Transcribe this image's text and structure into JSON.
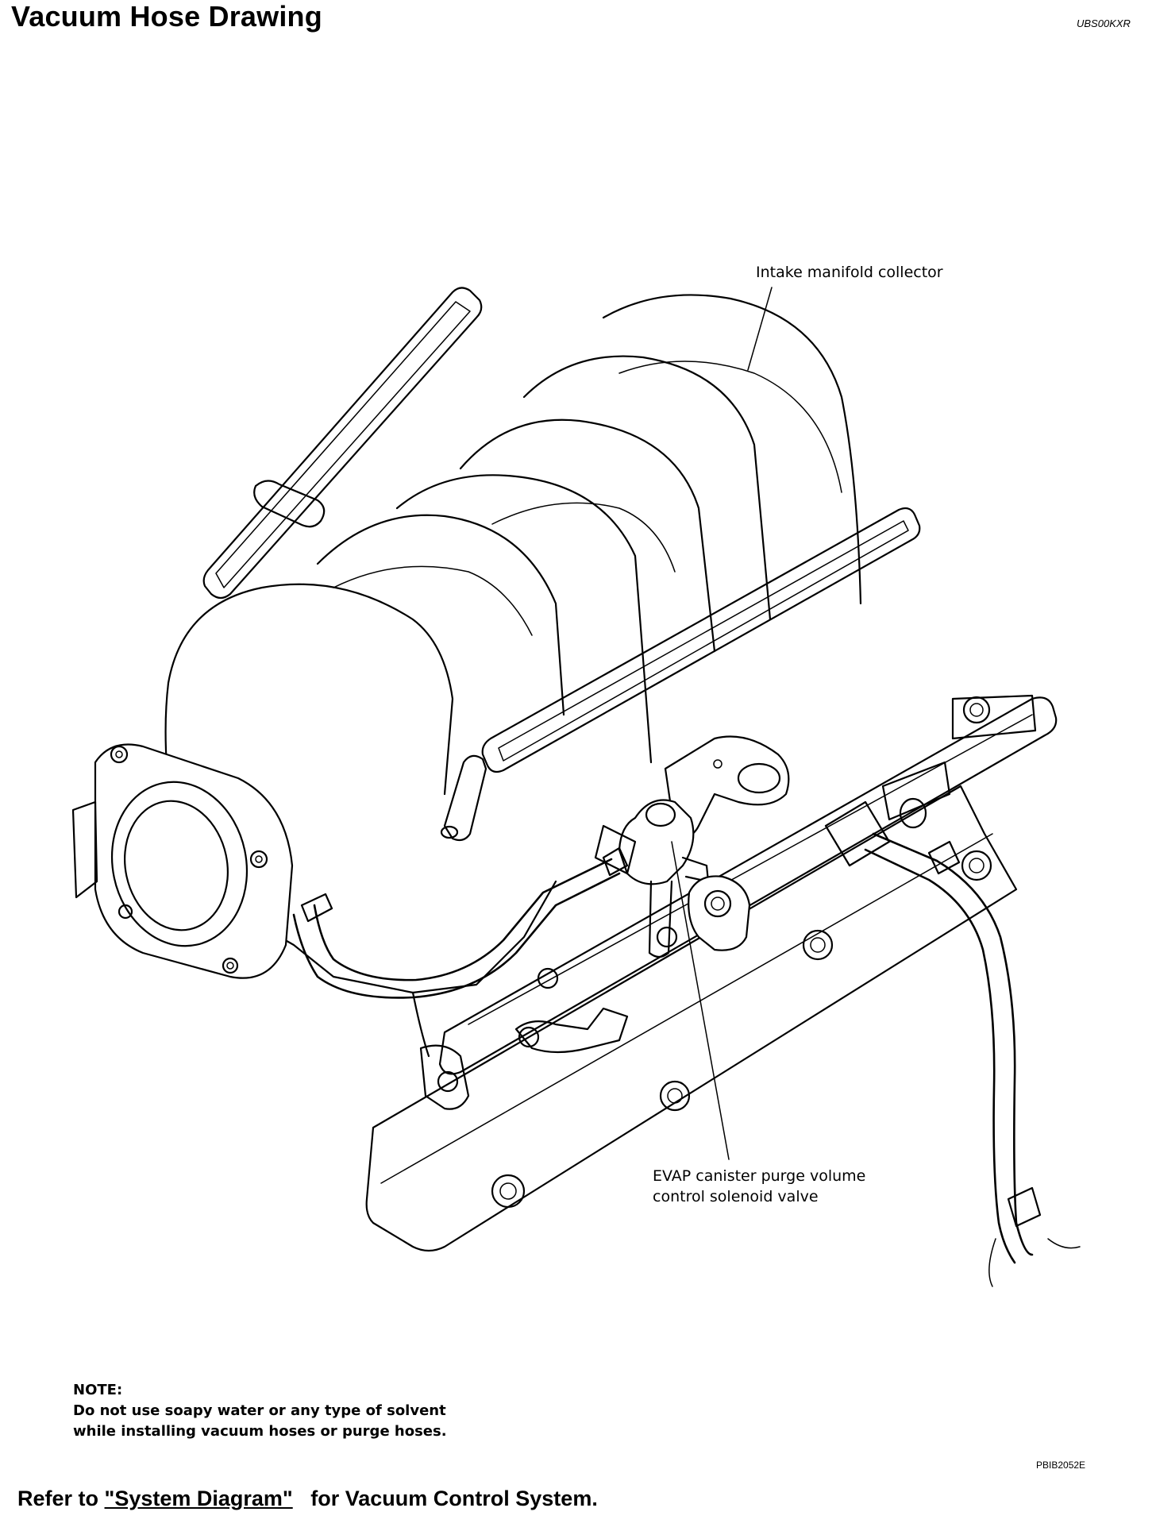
{
  "header": {
    "title": "Vacuum Hose Drawing",
    "doc_code": "UBS00KXR"
  },
  "figure": {
    "callouts": {
      "intake_manifold_collector": "Intake manifold collector",
      "evap_valve_line1": "EVAP canister purge volume",
      "evap_valve_line2": "control solenoid valve"
    },
    "figure_code": "PBIB2052E"
  },
  "note": {
    "heading": "NOTE:",
    "line1": "Do not use soapy water or any type of solvent",
    "line2": "while installing vacuum hoses or purge hoses."
  },
  "footer": {
    "prefix": "Refer to",
    "link_text": "\"System Diagram\"",
    "suffix": "for Vacuum Control System."
  }
}
